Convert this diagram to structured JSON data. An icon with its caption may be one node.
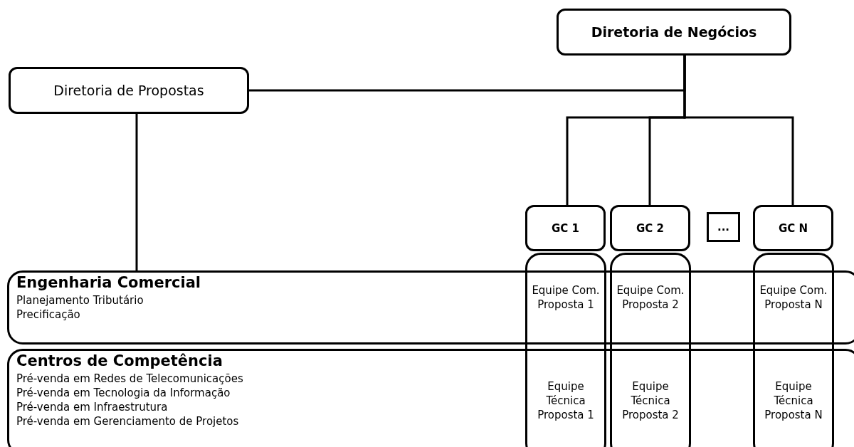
{
  "diagram": {
    "nodes": [
      {
        "text": [
          "Diretoria de Negócios"
        ]
      },
      {
        "text": [
          "Diretoria de Propostas"
        ]
      },
      {
        "text": [
          "GC 1"
        ]
      },
      {
        "text": [
          "GC 2"
        ]
      },
      {
        "text": [
          "..."
        ]
      },
      {
        "text": [
          "GC N"
        ]
      },
      {
        "text": [
          "Engenharia Comercial",
          "Planejamento Tributário",
          "Precificação"
        ]
      },
      {
        "text": [
          "Centros de Competência",
          "Pré-venda em Redes de Telecomunicações",
          "Pré-venda em Tecnologia da Informação",
          "Pré-venda em Infraestrutura",
          "Pré-venda em Gerenciamento de Projetos"
        ]
      },
      {
        "text": [
          "Equipe Com. Proposta 1",
          "Equipe Técnica Proposta 1"
        ]
      },
      {
        "text": [
          "Equipe Com. Proposta 2",
          "Equipe Técnica Proposta 2"
        ]
      },
      {
        "text": [
          "Equipe Com. Proposta N",
          "Equipe Técnica Proposta N"
        ]
      }
    ],
    "edges": [
      {
        "from": 0,
        "to": 1,
        "arrow": "none"
      },
      {
        "from": 0,
        "to": 2,
        "arrow": "none"
      },
      {
        "from": 0,
        "to": 3,
        "arrow": "none"
      },
      {
        "from": 0,
        "to": 5,
        "arrow": "none"
      },
      {
        "from": 1,
        "to": 6,
        "arrow": "none"
      }
    ]
  }
}
